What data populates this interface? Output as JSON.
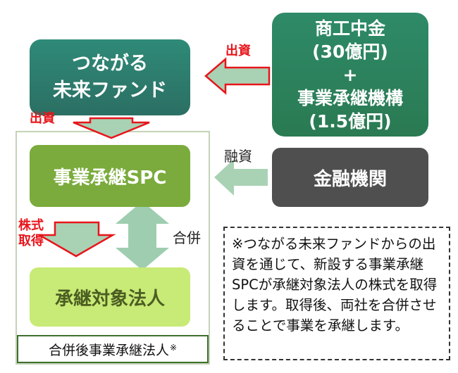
{
  "nodes": {
    "fund": {
      "line1": "つながる",
      "line2": "未来ファンド"
    },
    "shoko": {
      "line1": "商工中金",
      "line2": "(30億円)",
      "line3": "+",
      "line4": "事業承継機構",
      "line5": "(1.5億円)"
    },
    "spc": {
      "label": "事業承継SPC"
    },
    "bank": {
      "label": "金融機関"
    },
    "target": {
      "label": "承継対象法人"
    },
    "merged": {
      "label": "合併後事業承継法人",
      "mark": "※"
    }
  },
  "edges": {
    "investment_top": "出資",
    "investment_left": "出資",
    "share_acquisition_line1": "株式",
    "share_acquisition_line2": "取得",
    "loan": "融資",
    "merger": "合併"
  },
  "note": {
    "text": "※つながる未来ファンドからの出資を通じて、新設する事業承継SPCが承継対象法人の株式を取得します。取得後、両社を合併させることで事業を承継します。"
  },
  "colors": {
    "arrow_fill": "#a9d2b4",
    "arrow_outline": "#e8151b",
    "merge_arrow": "#9fcdb0"
  }
}
